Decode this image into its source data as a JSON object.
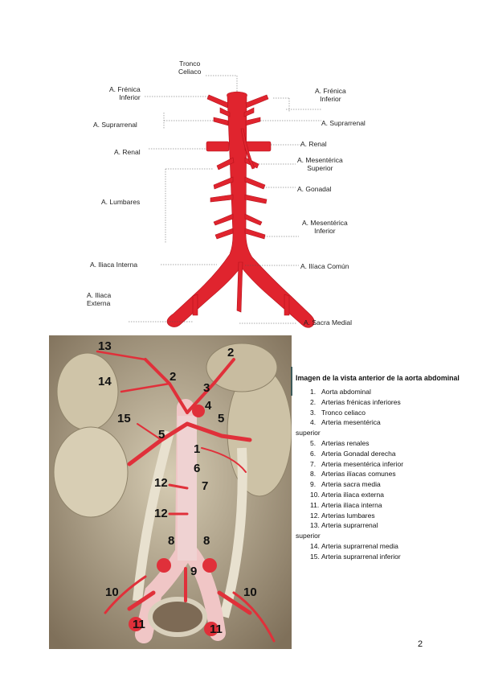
{
  "diagram": {
    "labels": {
      "tronco_celiaco": "Tronco\nCeliaco",
      "frenica_inferior_left": "A. Frénica\nInferior",
      "frenica_inferior_right": "A. Frénica\nInferior",
      "suprarrenal_left": "A. Suprarrenal",
      "suprarrenal_right": "A. Suprarrenal",
      "renal_left": "A. Renal",
      "renal_right": "A. Renal",
      "mesenterica_superior": "A. Mesentérica\nSuperior",
      "lumbares": "A. Lumbares",
      "gonadal": "A. Gonadal",
      "mesenterica_inferior": "A. Mesentérica\nInferior",
      "iliaca_interna": "A. Iliaca Interna",
      "iliaca_comun": "A. Ilíaca Común",
      "iliaca_externa": "A. Iliaca\nExterna",
      "sacra_medial": "A. Sacra Medial"
    }
  },
  "photo": {
    "numbers": [
      "13",
      "2",
      "14",
      "2",
      "3",
      "4",
      "15",
      "5",
      "5",
      "1",
      "6",
      "12",
      "7",
      "12",
      "8",
      "8",
      "9",
      "10",
      "10",
      "11",
      "11"
    ],
    "artery_color": "#e0303a"
  },
  "legend": {
    "title": "Imagen de la vista anterior de la aorta abdominal",
    "items": [
      {
        "n": "1.",
        "text": "Aorta abdominal"
      },
      {
        "n": "2.",
        "text": "Arterias frénicas inferiores"
      },
      {
        "n": "3.",
        "text": "Tronco celiaco"
      },
      {
        "n": "4.",
        "text": "Arteria mesentérica",
        "cont": "superior"
      },
      {
        "n": "5.",
        "text": "Arterias renales"
      },
      {
        "n": "6.",
        "text": "Arteria Gonadal derecha"
      },
      {
        "n": "7.",
        "text": "Arteria mesentérica inferior"
      },
      {
        "n": "8.",
        "text": "Arterias ilíacas comunes"
      },
      {
        "n": "9.",
        "text": "Arteria sacra media"
      },
      {
        "n": "10.",
        "text": "Arteria ilíaca externa"
      },
      {
        "n": "11.",
        "text": "Arteria ilíaca interna"
      },
      {
        "n": "12.",
        "text": "Arterias lumbares"
      },
      {
        "n": "13.",
        "text": "Arteria suprarrenal",
        "cont": "superior"
      },
      {
        "n": "14.",
        "text": "Arteria suprarrenal media"
      },
      {
        "n": "15.",
        "text": "Arteria suprarrenal inferior"
      }
    ]
  },
  "page_number": "2",
  "colors": {
    "artery": "#e0303a",
    "tissue": "#c9bea5"
  }
}
